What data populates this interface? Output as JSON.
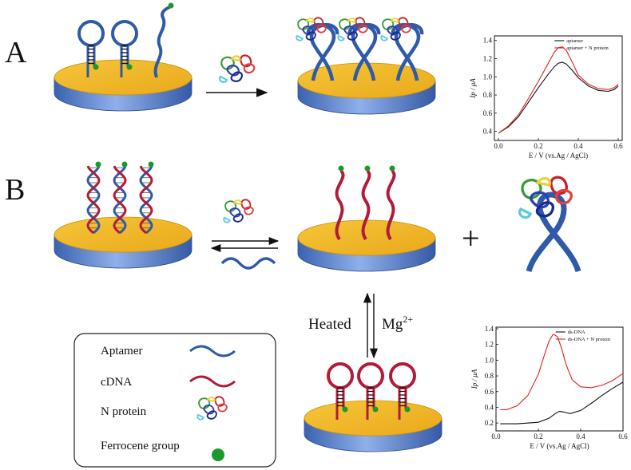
{
  "panels": {
    "A": {
      "letter": "A"
    },
    "B": {
      "letter": "B"
    }
  },
  "reaction": {
    "plus": "+",
    "heated": "Heated",
    "mg": "Mg",
    "mg_sup": "2+"
  },
  "legend": {
    "items": [
      {
        "label": "Aptamer"
      },
      {
        "label": "cDNA"
      },
      {
        "label": "N protein"
      },
      {
        "label": "Ferrocene group"
      }
    ]
  },
  "colors": {
    "aptamer": "#2f5aa8",
    "cdna": "#b01c3a",
    "gold": "#f2b824",
    "electrode_side": "#4f79c8",
    "ferrocene": "#1a9a2a",
    "curve_black": "#111111",
    "curve_red": "#e02020"
  },
  "chart_data": [
    {
      "type": "line",
      "xlabel": "E / V (vs.Ag / AgCl)",
      "ylabel": "Ip / μA",
      "xlim": [
        -0.02,
        0.62
      ],
      "ylim": [
        0.3,
        1.45
      ],
      "xticks": [
        0.0,
        0.2,
        0.4,
        0.6
      ],
      "yticks": [
        0.4,
        0.6,
        0.8,
        1.0,
        1.2,
        1.4
      ],
      "xtick_labels": [
        "0.0",
        "0.2",
        "0.4",
        "0.6"
      ],
      "ytick_labels": [
        "0.4",
        "0.6",
        "0.8",
        "1.0",
        "1.2",
        "1.4"
      ],
      "grid": false,
      "legend_position": "top-right",
      "series": [
        {
          "name": "aptamer",
          "color": "#111111",
          "x": [
            0.0,
            0.05,
            0.1,
            0.15,
            0.2,
            0.25,
            0.28,
            0.3,
            0.32,
            0.34,
            0.37,
            0.4,
            0.45,
            0.5,
            0.55,
            0.58,
            0.6
          ],
          "y": [
            0.38,
            0.45,
            0.56,
            0.72,
            0.88,
            1.03,
            1.11,
            1.15,
            1.16,
            1.14,
            1.07,
            0.99,
            0.9,
            0.85,
            0.84,
            0.86,
            0.9
          ]
        },
        {
          "name": "aptamer + N protein",
          "color": "#e02020",
          "x": [
            0.0,
            0.05,
            0.1,
            0.15,
            0.2,
            0.25,
            0.28,
            0.3,
            0.32,
            0.34,
            0.37,
            0.4,
            0.45,
            0.5,
            0.55,
            0.58,
            0.6
          ],
          "y": [
            0.38,
            0.46,
            0.58,
            0.76,
            0.95,
            1.15,
            1.27,
            1.32,
            1.33,
            1.29,
            1.16,
            1.02,
            0.92,
            0.87,
            0.86,
            0.88,
            0.92
          ]
        }
      ]
    },
    {
      "type": "line",
      "xlabel": "E / V (vs.Ag / AgCl)",
      "ylabel": "Ip / μA",
      "xlim": [
        0.0,
        0.6
      ],
      "ylim": [
        0.1,
        1.42
      ],
      "xticks": [
        0.0,
        0.2,
        0.4,
        0.6
      ],
      "yticks": [
        0.2,
        0.4,
        0.6,
        0.8,
        1.0,
        1.2,
        1.4
      ],
      "xtick_labels": [
        "0.0",
        "0.2",
        "0.4",
        "0.6"
      ],
      "ytick_labels": [
        "0.2",
        "0.4",
        "0.6",
        "0.8",
        "1.0",
        "1.2",
        "1.4"
      ],
      "grid": false,
      "legend_position": "top-right",
      "series": [
        {
          "name": "ds-DNA",
          "color": "#111111",
          "x": [
            0.02,
            0.1,
            0.2,
            0.25,
            0.28,
            0.3,
            0.32,
            0.35,
            0.4,
            0.45,
            0.5,
            0.55,
            0.6
          ],
          "y": [
            0.19,
            0.19,
            0.21,
            0.26,
            0.32,
            0.35,
            0.34,
            0.32,
            0.36,
            0.45,
            0.55,
            0.64,
            0.72
          ]
        },
        {
          "name": "ds-DNA + N protein",
          "color": "#e02020",
          "x": [
            0.02,
            0.05,
            0.1,
            0.15,
            0.2,
            0.23,
            0.25,
            0.27,
            0.29,
            0.31,
            0.33,
            0.36,
            0.4,
            0.45,
            0.5,
            0.55,
            0.6
          ],
          "y": [
            0.37,
            0.37,
            0.42,
            0.55,
            0.82,
            1.08,
            1.24,
            1.33,
            1.3,
            1.15,
            0.95,
            0.75,
            0.66,
            0.65,
            0.68,
            0.74,
            0.83
          ]
        }
      ]
    }
  ]
}
